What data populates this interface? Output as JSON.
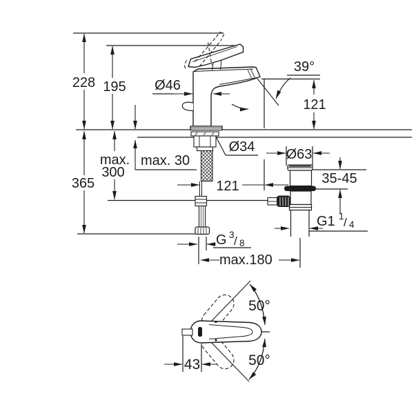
{
  "title": "faucet-dimensional-drawing",
  "colors": {
    "line": "#1c1c1c",
    "bg": "#ffffff"
  },
  "labels": {
    "height_total": "228",
    "height_spout_top": "195",
    "depth_total": "365",
    "rod_max_line1": "max.",
    "rod_max_line2": "300",
    "counter_max": "max. 30",
    "body_dia": "Ø46",
    "hole_dia": "Ø34",
    "drain_flange_dia": "Ø63",
    "spout_angle": "39°",
    "spout_height": "121",
    "spout_reach": "121",
    "drain_counter_range": "35-45",
    "hose_reach": "max.180",
    "hose_thread": {
      "main": "G",
      "sup": "3",
      "slash": "/",
      "sub": "8"
    },
    "drain_thread": {
      "main": "G1",
      "sup": "1",
      "slash": "/",
      "sub": "4"
    },
    "handle_swing_up": "50°",
    "handle_swing_down": "50°",
    "handle_offset": "43"
  }
}
